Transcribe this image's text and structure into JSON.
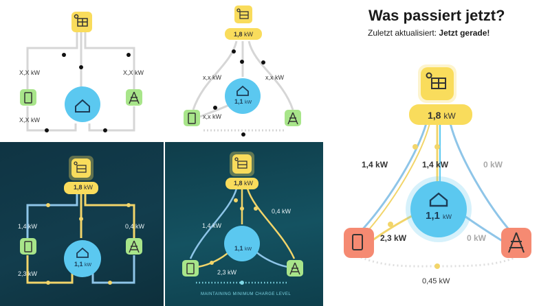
{
  "header": {
    "title": "Was passiert jetzt?",
    "updated_prefix": "Zuletzt aktualisiert:",
    "updated_value": "Jetzt gerade!"
  },
  "panel1": {
    "left_top": "X,X kW",
    "right_top": "X,X kW",
    "left_bottom": "X,X kW"
  },
  "panel2": {
    "solar_power": "1,8",
    "unit": "kW",
    "left_top": "x,x kW",
    "right_top": "x,x kW",
    "left_bottom": "x,x kW",
    "house_power": "1,1",
    "house_unit": "kW"
  },
  "panel3": {
    "solar_power": "1,8",
    "unit": "kW",
    "left_top": "1,4 kW",
    "right_top": "0,4 kW",
    "left_bottom": "2,3 kW",
    "house_power": "1,1",
    "house_unit": "kW"
  },
  "panel4": {
    "solar_power": "1,8",
    "unit": "kW",
    "left_top": "1,4 kW",
    "right_top": "0,4 kW",
    "left_bottom": "2,3 kW",
    "house_power": "1,1",
    "house_unit": "kW",
    "status": "MAINTAINING MINIMUM CHARGE LEVEL"
  },
  "panel5": {
    "solar_power": "1,8",
    "unit": "kW",
    "solar_to_battery": "1,4 kW",
    "solar_to_house": "1,4 kW",
    "solar_to_grid": "0 kW",
    "battery_to_house": "2,3 kW",
    "grid_to_house": "0 kW",
    "house_power": "1,1",
    "house_unit": "kW",
    "battery_to_grid": "0,45 kW"
  },
  "colors": {
    "solar": "#f9dc5c",
    "house": "#5bc8f0",
    "battery": "#a8e58a",
    "grid": "#a8e58a",
    "battery_big": "#f58a72",
    "grid_big": "#f58a72",
    "flow_blue": "#8ec5e8",
    "flow_yellow": "#f2d56a"
  }
}
